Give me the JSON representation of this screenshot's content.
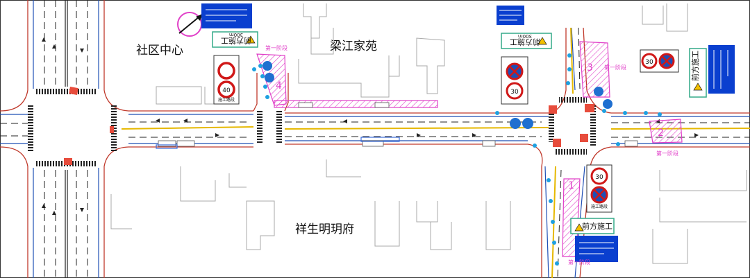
{
  "places": {
    "community_center": "社区中心",
    "liangjiang": "梁江家苑",
    "xiangsheng": "祥生明玥府"
  },
  "signs": {
    "ahead_construction": "前方施工",
    "distance_300": "300m",
    "road_work": "施工路段",
    "speed_30": "30",
    "speed_40": "40"
  },
  "phase_labels": {
    "phase1": "第一阶段"
  },
  "segment_numbers": {
    "n1": "1",
    "n2": "2",
    "n3": "3",
    "n4": "4"
  },
  "colors": {
    "road_line": "#c0392b",
    "blue_line": "#1f4fb5",
    "yellow_line": "#e6b800",
    "magenta_zone": "#e040c8",
    "cyan_device": "#1ea0e0",
    "building": "#9a9a9a",
    "sign_blue": "#0a3fcf"
  },
  "icons": [
    "north-arrow-icon",
    "construction-warning-icon",
    "no-parking-icon",
    "speed-limit-icon",
    "no-entry-icon"
  ]
}
